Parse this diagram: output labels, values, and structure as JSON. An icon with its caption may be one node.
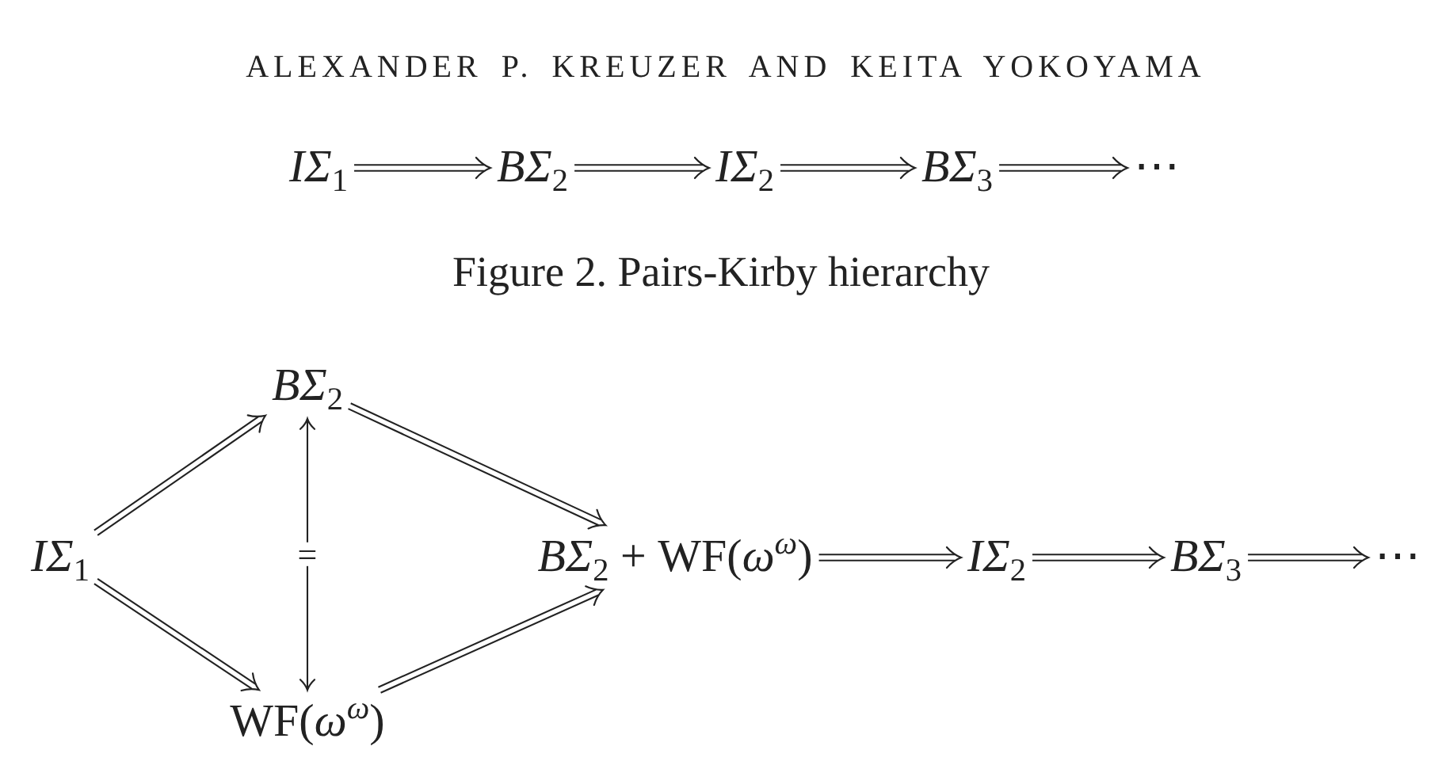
{
  "diagram": {
    "caption": "Figure 2. Pairs-Kirby hierarchy",
    "nodes": [
      {
        "text": [
          "*IΣ*$_{1}$"
        ]
      },
      {
        "text": [
          "*BΣ*$_{2}$"
        ]
      },
      {
        "text": [
          "*IΣ*$_{2}$"
        ]
      },
      {
        "text": [
          "*BΣ*$_{3}$"
        ]
      },
      {
        "text": [
          "⋯"
        ]
      },
      {
        "text": [
          "*BΣ*$_{2}$"
        ]
      },
      {
        "text": [
          "*IΣ*$_{1}$"
        ]
      },
      {
        "text": [
          "*BΣ*$_{2}$ + WF(*ω*$^{ω}$)"
        ]
      },
      {
        "text": [
          "*IΣ*$_{2}$"
        ]
      },
      {
        "text": [
          "*BΣ*$_{3}$"
        ]
      },
      {
        "text": [
          "⋯"
        ]
      },
      {
        "text": [
          "WF(*ω*$^{ω}$)"
        ]
      }
    ],
    "edges": [
      {
        "from": 0,
        "to": 1,
        "arrow": "to"
      },
      {
        "from": 1,
        "to": 2,
        "arrow": "to"
      },
      {
        "from": 2,
        "to": 3,
        "arrow": "to"
      },
      {
        "from": 3,
        "to": 4,
        "arrow": "to"
      },
      {
        "from": 6,
        "to": 5,
        "arrow": "to"
      },
      {
        "from": 5,
        "to": 7,
        "arrow": "to"
      },
      {
        "from": 5,
        "to": 11,
        "arrow": "both",
        "label": "="
      },
      {
        "from": 6,
        "to": 11,
        "arrow": "to"
      },
      {
        "from": 7,
        "to": 8,
        "arrow": "to"
      },
      {
        "from": 8,
        "to": 9,
        "arrow": "to"
      },
      {
        "from": 9,
        "to": 10,
        "arrow": "to"
      },
      {
        "from": 11,
        "to": 7,
        "arrow": "to"
      }
    ],
    "labels": [
      "ALEXANDER P. KREUZER AND KEITA YOKOYAMA"
    ]
  }
}
